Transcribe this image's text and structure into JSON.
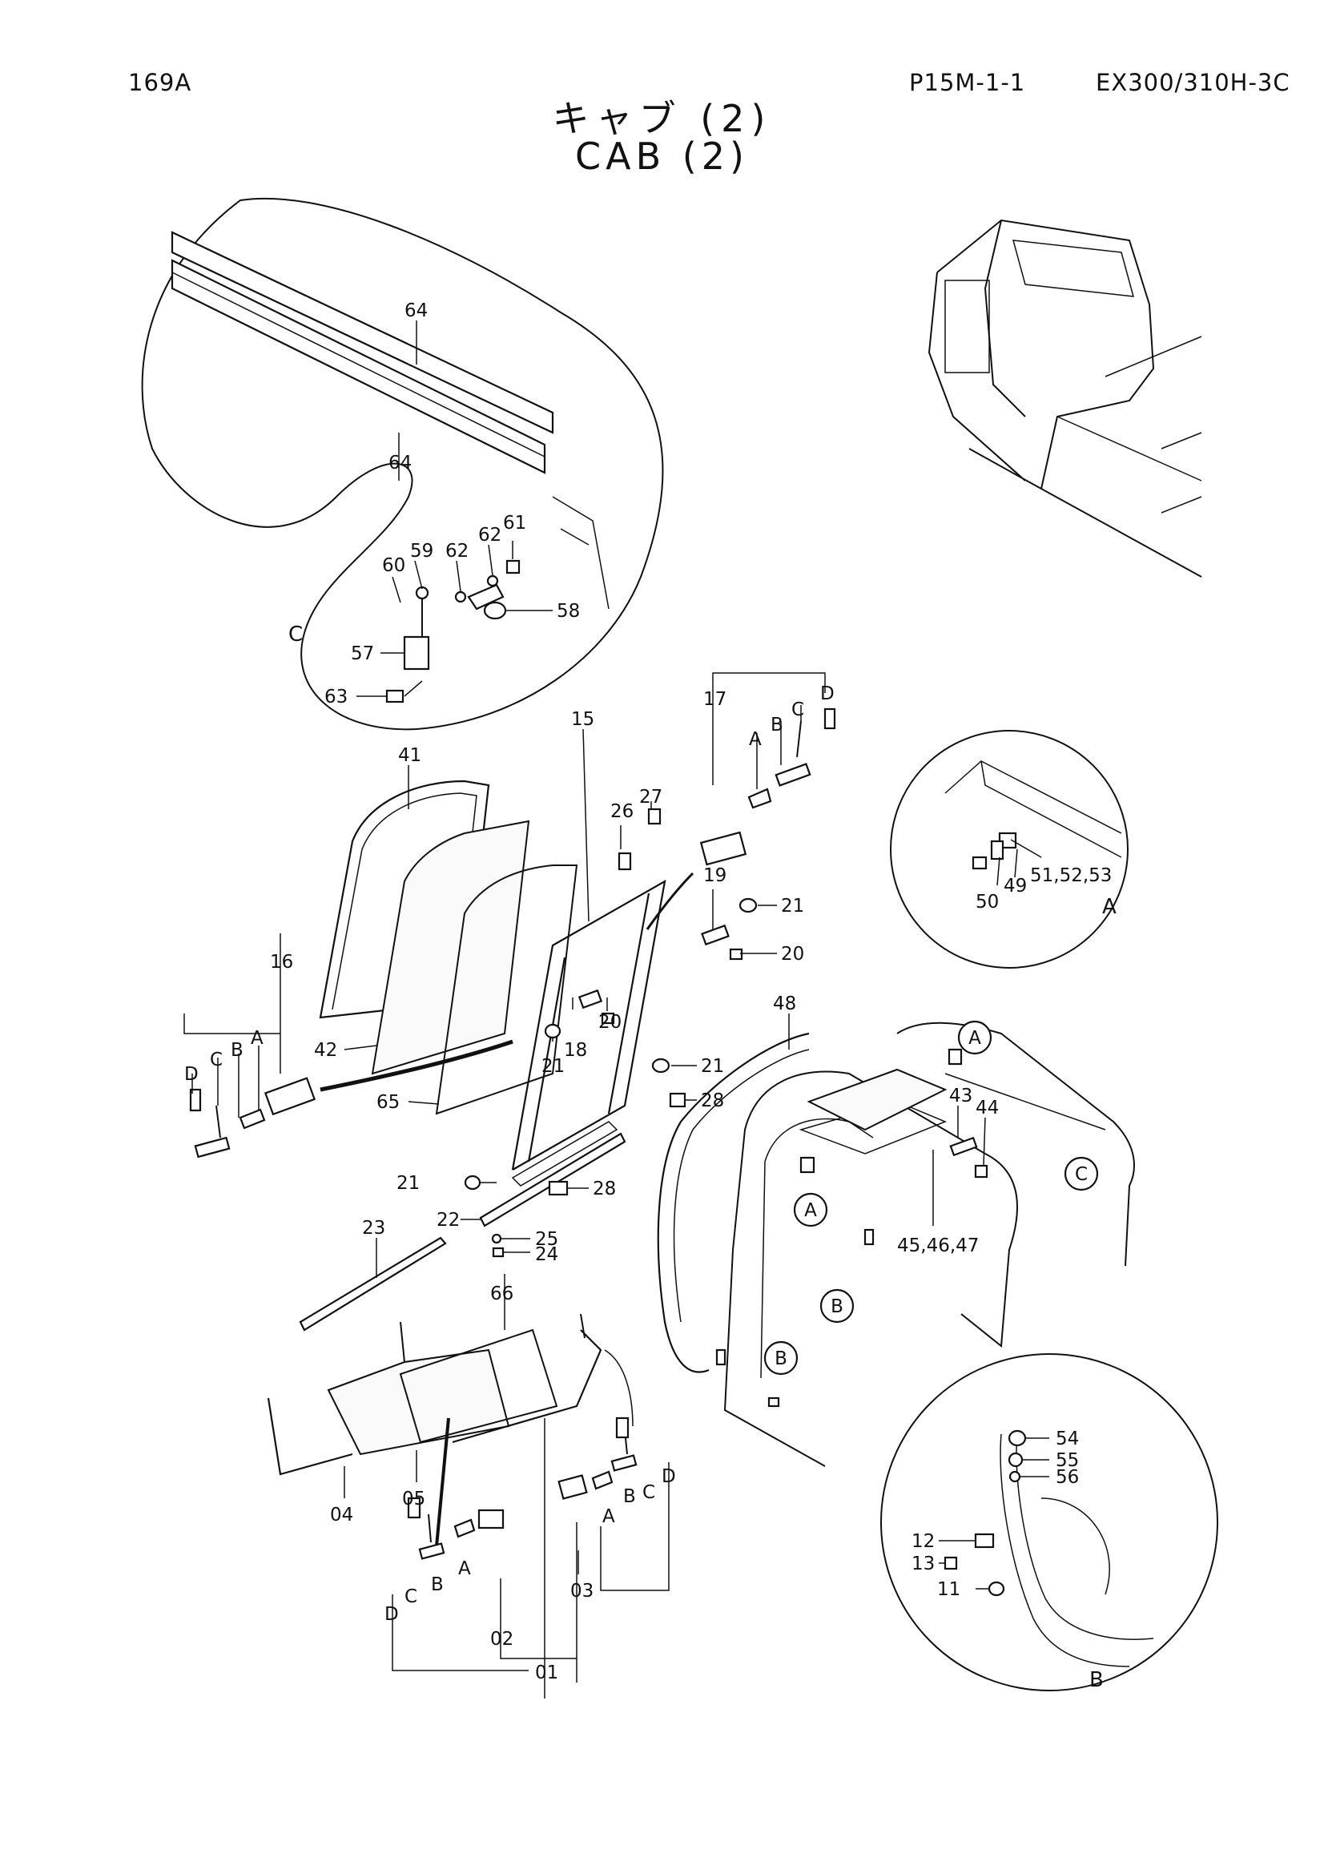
{
  "header": {
    "page_code": "169A",
    "section_code": "P15M-1-1",
    "model": "EX300/310H-3C"
  },
  "title": {
    "japanese": "キャブ (2)",
    "english": "CAB (2)"
  },
  "callouts": {
    "detail_c": "C",
    "detail_a": "A",
    "detail_b": "B",
    "ref_a": "A",
    "ref_b": "B",
    "ref_c": "C"
  },
  "part_labels": [
    {
      "id": "p64a",
      "text": "64"
    },
    {
      "id": "p64b",
      "text": "64"
    },
    {
      "id": "p59",
      "text": "59"
    },
    {
      "id": "p60",
      "text": "60"
    },
    {
      "id": "p62a",
      "text": "62"
    },
    {
      "id": "p62b",
      "text": "62"
    },
    {
      "id": "p61",
      "text": "61"
    },
    {
      "id": "p58",
      "text": "58"
    },
    {
      "id": "p57",
      "text": "57"
    },
    {
      "id": "p63",
      "text": "63"
    },
    {
      "id": "p41",
      "text": "41"
    },
    {
      "id": "p15",
      "text": "15"
    },
    {
      "id": "p17",
      "text": "17"
    },
    {
      "id": "p17A",
      "text": "A"
    },
    {
      "id": "p17B",
      "text": "B"
    },
    {
      "id": "p17C",
      "text": "C"
    },
    {
      "id": "p17D",
      "text": "D"
    },
    {
      "id": "p26",
      "text": "26"
    },
    {
      "id": "p27",
      "text": "27"
    },
    {
      "id": "p19",
      "text": "19"
    },
    {
      "id": "p21a",
      "text": "21"
    },
    {
      "id": "p20a",
      "text": "20"
    },
    {
      "id": "p16",
      "text": "16"
    },
    {
      "id": "p16D",
      "text": "D"
    },
    {
      "id": "p16C",
      "text": "C"
    },
    {
      "id": "p16B",
      "text": "B"
    },
    {
      "id": "p16A",
      "text": "A"
    },
    {
      "id": "p42",
      "text": "42"
    },
    {
      "id": "p65",
      "text": "65"
    },
    {
      "id": "p20b",
      "text": "20"
    },
    {
      "id": "p18",
      "text": "18"
    },
    {
      "id": "p21b",
      "text": "21"
    },
    {
      "id": "p21c",
      "text": "21"
    },
    {
      "id": "p28a",
      "text": "28"
    },
    {
      "id": "p21d",
      "text": "21"
    },
    {
      "id": "p28b",
      "text": "28"
    },
    {
      "id": "p22",
      "text": "22"
    },
    {
      "id": "p25",
      "text": "25"
    },
    {
      "id": "p24",
      "text": "24"
    },
    {
      "id": "p23",
      "text": "23"
    },
    {
      "id": "p48",
      "text": "48"
    },
    {
      "id": "p43",
      "text": "43"
    },
    {
      "id": "p44",
      "text": "44"
    },
    {
      "id": "p454647",
      "text": "45,46,47"
    },
    {
      "id": "p66",
      "text": "66"
    },
    {
      "id": "p04",
      "text": "04"
    },
    {
      "id": "p05",
      "text": "05"
    },
    {
      "id": "p01",
      "text": "01"
    },
    {
      "id": "p02",
      "text": "02"
    },
    {
      "id": "p03",
      "text": "03"
    },
    {
      "id": "p03A",
      "text": "A"
    },
    {
      "id": "p03B",
      "text": "B"
    },
    {
      "id": "p03C",
      "text": "C"
    },
    {
      "id": "p03D",
      "text": "D"
    },
    {
      "id": "p02D",
      "text": "D"
    },
    {
      "id": "p02C",
      "text": "C"
    },
    {
      "id": "p02B",
      "text": "B"
    },
    {
      "id": "p02A",
      "text": "A"
    },
    {
      "id": "p50",
      "text": "50"
    },
    {
      "id": "p49",
      "text": "49"
    },
    {
      "id": "p515253",
      "text": "51,52,53"
    },
    {
      "id": "p54",
      "text": "54"
    },
    {
      "id": "p55",
      "text": "55"
    },
    {
      "id": "p56",
      "text": "56"
    },
    {
      "id": "p12",
      "text": "12"
    },
    {
      "id": "p13",
      "text": "13"
    },
    {
      "id": "p11",
      "text": "11"
    }
  ]
}
